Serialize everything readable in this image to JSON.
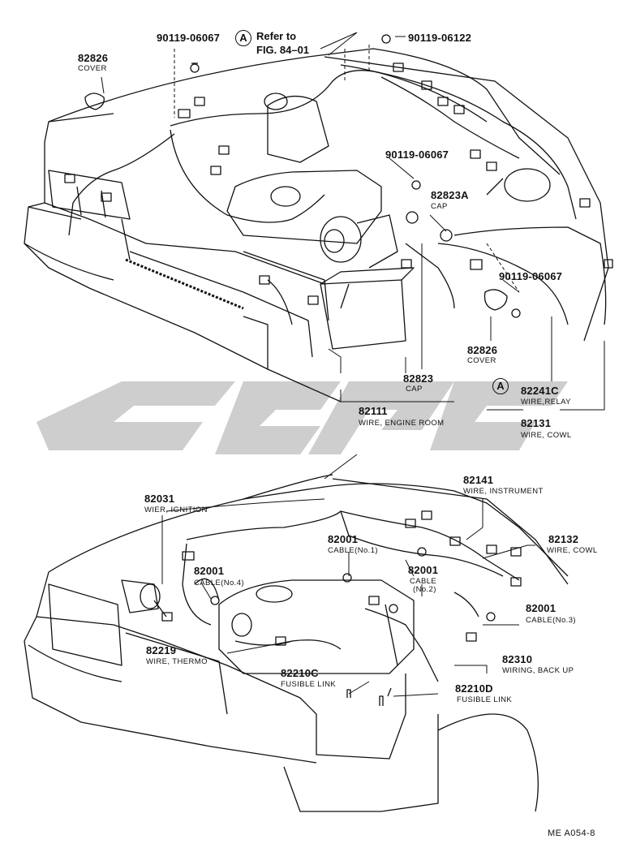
{
  "labels": [
    {
      "id": "p1",
      "pn": "90119-06067"
    },
    {
      "id": "p2",
      "pn": "90119-06122"
    },
    {
      "id": "p3",
      "pn": "82826",
      "desc": "COVER"
    },
    {
      "id": "p4",
      "pn": "90119-06067"
    },
    {
      "id": "p5",
      "pn": "82823A",
      "desc": "CAP"
    },
    {
      "id": "p6",
      "pn": "90119-06067"
    },
    {
      "id": "p7",
      "pn": "82826",
      "desc": "COVER"
    },
    {
      "id": "p8",
      "pn": "82823",
      "desc": "CAP"
    },
    {
      "id": "p9",
      "pn": "82111",
      "desc": "WIRE, ENGINE ROOM"
    },
    {
      "id": "p10",
      "pn": "82241C",
      "desc": "WIRE,RELAY"
    },
    {
      "id": "p11",
      "pn": "82131",
      "desc": "WIRE, COWL"
    },
    {
      "id": "p12",
      "pn": "82141",
      "desc": "WIRE, INSTRUMENT"
    },
    {
      "id": "p13",
      "pn": "82031",
      "desc": "WIER, IGNITION"
    },
    {
      "id": "p14",
      "pn": "82001",
      "desc": "CABLE(No.1)"
    },
    {
      "id": "p15",
      "pn": "82132",
      "desc": "WIRE, COWL"
    },
    {
      "id": "p16",
      "pn": "82001",
      "desc": "CABLE(No.4)"
    },
    {
      "id": "p17",
      "pn": "82001",
      "desc": "CABLE",
      "desc2": "(No.2)"
    },
    {
      "id": "p18",
      "pn": "82001",
      "desc": "CABLE(No.3)"
    },
    {
      "id": "p19",
      "pn": "82219",
      "desc": "WIRE, THERMO"
    },
    {
      "id": "p20",
      "pn": "82310",
      "desc": "WIRING, BACK UP"
    },
    {
      "id": "p21",
      "pn": "82210C",
      "desc": "FUSIBLE LINK"
    },
    {
      "id": "p22",
      "pn": "82210D",
      "desc": "FUSIBLE LINK"
    }
  ],
  "reference": {
    "marker": "A",
    "line1": "Refer to",
    "line2": "FIG. 84–01"
  },
  "marker_a_lower": "A",
  "drawing_code": "ME A054-8",
  "colors": {
    "ink": "#111111",
    "watermark": "#c9c9c9"
  }
}
